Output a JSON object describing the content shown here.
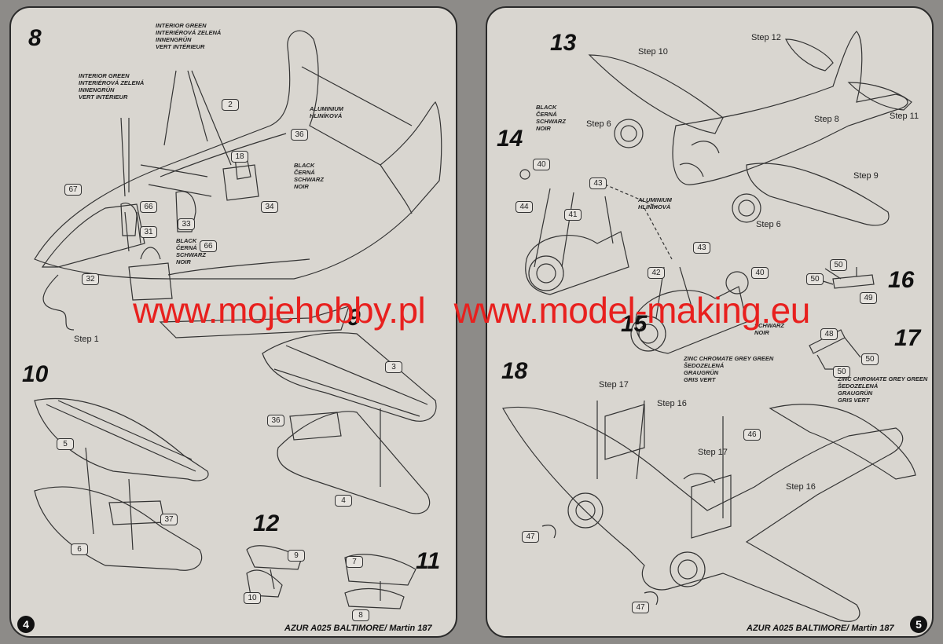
{
  "document": "AZUR A025 BALTIMORE / Martin 187 assembly instructions",
  "watermark": {
    "left_text": "www.mojehobby.pl",
    "right_text": "www.model-making.eu",
    "color": "#e8201e"
  },
  "left_page": {
    "page_number": "4",
    "footer": "AZUR A025 BALTIMORE/ Martin 187",
    "steps": {
      "s8": "8",
      "s9": "9",
      "s10": "10",
      "s11": "11",
      "s12": "12"
    },
    "notes": {
      "interior_green_top": [
        "INTERIOR GREEN",
        "INTERIÉROVÁ ZELENÁ",
        "INNENGRÜN",
        "VERT INTÉRIEUR"
      ],
      "interior_green_left": [
        "INTERIOR GREEN",
        "INTERIÉROVÁ ZELENÁ",
        "INNENGRÜN",
        "VERT INTÉRIEUR"
      ],
      "aluminium": [
        "ALUMINIUM",
        "HLINÍKOVÁ"
      ],
      "black_right": [
        "BLACK",
        "ČERNÁ",
        "SCHWARZ",
        "NOIR"
      ],
      "black_center": [
        "BLACK",
        "ČERNÁ",
        "SCHWARZ",
        "NOIR"
      ]
    },
    "parts": {
      "p2": "2",
      "p36": "36",
      "p18": "18",
      "p34": "34",
      "p67": "67",
      "p66a": "66",
      "p33": "33",
      "p31": "31",
      "p66b": "66",
      "p32": "32",
      "p3": "3",
      "p36b": "36",
      "p4": "4",
      "p5": "5",
      "p37": "37",
      "p6": "6",
      "p9": "9",
      "p10": "10",
      "p7": "7",
      "p8": "8"
    },
    "labels": {
      "step1": "Step 1"
    }
  },
  "right_page": {
    "page_number": "5",
    "footer": "AZUR A025 BALTIMORE/ Martin 187",
    "steps": {
      "s13": "13",
      "s14": "14",
      "s15": "15",
      "s16": "16",
      "s17": "17",
      "s18": "18"
    },
    "notes": {
      "black": [
        "BLACK",
        "ČERNÁ",
        "SCHWARZ",
        "NOIR"
      ],
      "aluminium": [
        "ALUMINIUM",
        "HLINÍKOVÁ"
      ],
      "schwarz_noir": [
        "SCHWARZ",
        "NOIR"
      ],
      "zinc_center": [
        "ZINC CHROMATE GREY GREEN",
        "ŠEDOZELENÁ",
        "GRAUGRÜN",
        "GRIS VERT"
      ],
      "zinc_right": [
        "ZINC CHROMATE GREY GREEN",
        "ŠEDOZELENÁ",
        "GRAUGRÜN",
        "GRIS VERT"
      ]
    },
    "labels": {
      "step10": "Step 10",
      "step12": "Step 12",
      "step6a": "Step 6",
      "step8": "Step 8",
      "step11": "Step 11",
      "step9": "Step 9",
      "step6b": "Step 6",
      "step17a": "Step 17",
      "step16a": "Step 16",
      "step17b": "Step 17",
      "step16b": "Step 16"
    },
    "parts": {
      "p40a": "40",
      "p43a": "43",
      "p44": "44",
      "p41": "41",
      "p43b": "43",
      "p42": "42",
      "p40b": "40",
      "p50a": "50",
      "p50b": "50",
      "p49": "49",
      "p48": "48",
      "p50c": "50",
      "p50d": "50",
      "p46": "46",
      "p47a": "47",
      "p47b": "47"
    }
  }
}
